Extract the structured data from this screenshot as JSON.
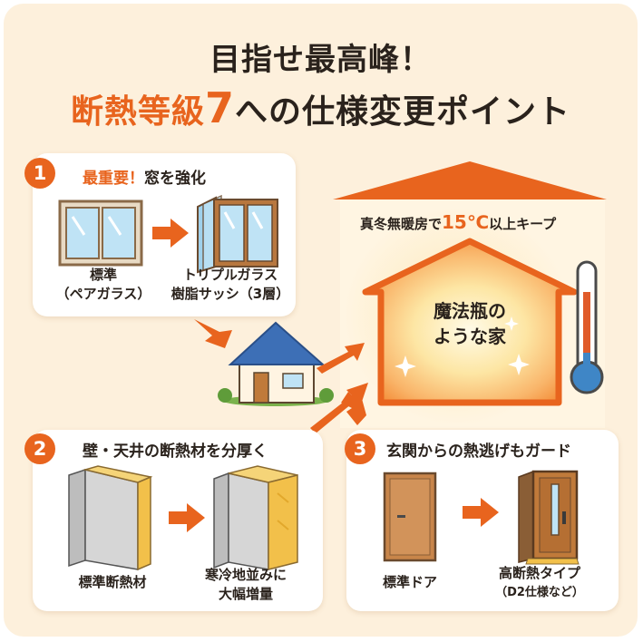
{
  "title": {
    "line1": "目指せ最高峰！",
    "line2_prefix": "断熱等級",
    "line2_number": "7",
    "line2_suffix": "への仕様変更ポイント"
  },
  "center": {
    "caption_prefix": "真冬無暖房で",
    "caption_temp": "15℃",
    "caption_suffix": "以上キープ",
    "house_line1": "魔法瓶の",
    "house_line2": "ような家"
  },
  "steps": [
    {
      "number": "1",
      "title_highlight": "最重要！",
      "title_rest": "窓を強化",
      "before_line1": "標準",
      "before_line2": "（ペアガラス）",
      "after_line1": "トリプルガラス",
      "after_line2": "樹脂サッシ（3層）"
    },
    {
      "number": "2",
      "title": "壁・天井の断熱材を分厚く",
      "before_line1": "標準断熱材",
      "after_line1": "寒冷地並みに",
      "after_line2": "大幅増量"
    },
    {
      "number": "3",
      "title": "玄関からの熱逃げもガード",
      "before_line1": "標準ドア",
      "after_line1": "高断熱タイプ",
      "after_line2": "（D2仕様など）"
    }
  ],
  "colors": {
    "background": "#fdf0dc",
    "accent": "#e8641e",
    "text": "#2a221c",
    "glass": "#bfe3f5",
    "wood": "#b8773e",
    "insulation": "#f2c04a",
    "wall": "#c9c9c9",
    "glow": "#fbd88a",
    "roof_blue": "#3d6fb6"
  },
  "icons": [
    "pair-glass-window-icon",
    "triple-glass-window-icon",
    "thermometer-icon",
    "small-house-icon",
    "standard-wall-icon",
    "thick-wall-icon",
    "standard-door-icon",
    "insulated-door-icon",
    "arrow-right-icon"
  ]
}
